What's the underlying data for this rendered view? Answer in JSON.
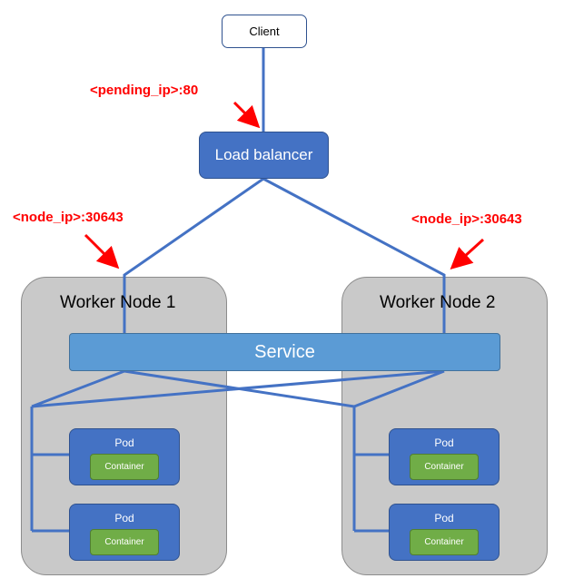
{
  "client": {
    "label": "Client"
  },
  "load_balancer": {
    "label": "Load balancer"
  },
  "service": {
    "label": "Service"
  },
  "nodes": [
    {
      "title": "Worker Node 1",
      "pods": [
        {
          "label": "Pod",
          "container": "Container"
        },
        {
          "label": "Pod",
          "container": "Container"
        }
      ]
    },
    {
      "title": "Worker Node 2",
      "pods": [
        {
          "label": "Pod",
          "container": "Container"
        },
        {
          "label": "Pod",
          "container": "Container"
        }
      ]
    }
  ],
  "annotations": {
    "lb_address": "<pending_ip>:80",
    "node1_address": "<node_ip>:30643",
    "node2_address": "<node_ip>:30643"
  },
  "colors": {
    "line": "#4472c4",
    "arrow": "#ff0000",
    "node_fill": "#c9c9c9",
    "service_fill": "#5b9bd5",
    "pod_fill": "#4472c4",
    "container_fill": "#70ad47"
  }
}
